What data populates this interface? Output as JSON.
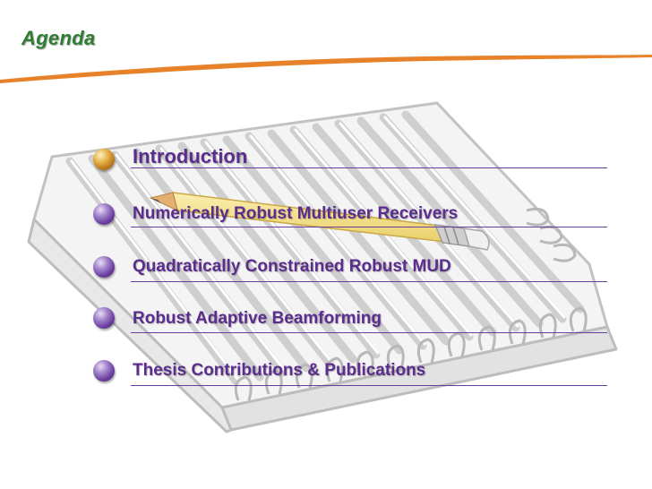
{
  "slide": {
    "title": "Agenda",
    "accent_color": "#e8822a",
    "title_color": "#2e7d32",
    "text_color": "#5b2d8e"
  },
  "agenda": {
    "items": [
      {
        "label": "Introduction",
        "bullet": "gold-sphere-icon",
        "active": true
      },
      {
        "label": "Numerically Robust Multiuser Receivers",
        "bullet": "purple-sphere-icon",
        "active": false
      },
      {
        "label": "Quadratically Constrained Robust MUD",
        "bullet": "purple-sphere-icon",
        "active": false
      },
      {
        "label": "Robust Adaptive Beamforming",
        "bullet": "purple-sphere-icon",
        "active": false
      },
      {
        "label": "Thesis Contributions & Publications",
        "bullet": "purple-sphere-icon",
        "active": false
      }
    ]
  },
  "illustration": {
    "icon": "spiral-notebook-with-pencil-icon"
  }
}
